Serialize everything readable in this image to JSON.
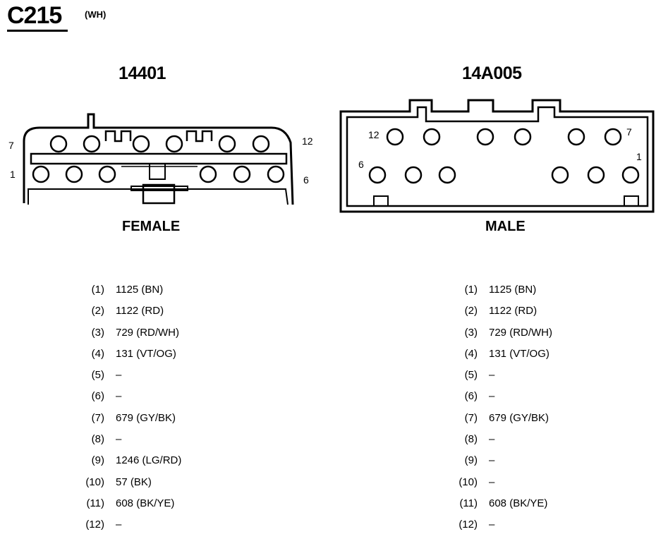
{
  "header": {
    "connector_id": "C215",
    "color_code": "(WH)"
  },
  "connectors": [
    {
      "part_number": "14401",
      "gender": "FEMALE",
      "pin_labels": {
        "top_left": "7",
        "top_right": "12",
        "bottom_left": "1",
        "bottom_right": "6"
      }
    },
    {
      "part_number": "14A005",
      "gender": "MALE",
      "pin_labels": {
        "top_left": "12",
        "top_right": "7",
        "bottom_left": "6",
        "bottom_right": "1"
      }
    }
  ],
  "pinouts": {
    "female": [
      {
        "pin": "(1)",
        "circuit": "1125 (BN)"
      },
      {
        "pin": "(2)",
        "circuit": "1122 (RD)"
      },
      {
        "pin": "(3)",
        "circuit": "729 (RD/WH)"
      },
      {
        "pin": "(4)",
        "circuit": "131 (VT/OG)"
      },
      {
        "pin": "(5)",
        "circuit": "–"
      },
      {
        "pin": "(6)",
        "circuit": "–"
      },
      {
        "pin": "(7)",
        "circuit": "679 (GY/BK)"
      },
      {
        "pin": "(8)",
        "circuit": "–"
      },
      {
        "pin": "(9)",
        "circuit": "1246 (LG/RD)"
      },
      {
        "pin": "(10)",
        "circuit": "57 (BK)"
      },
      {
        "pin": "(11)",
        "circuit": "608 (BK/YE)"
      },
      {
        "pin": "(12)",
        "circuit": "–"
      }
    ],
    "male": [
      {
        "pin": "(1)",
        "circuit": "1125 (BN)"
      },
      {
        "pin": "(2)",
        "circuit": "1122 (RD)"
      },
      {
        "pin": "(3)",
        "circuit": "729 (RD/WH)"
      },
      {
        "pin": "(4)",
        "circuit": "131 (VT/OG)"
      },
      {
        "pin": "(5)",
        "circuit": "–"
      },
      {
        "pin": "(6)",
        "circuit": "–"
      },
      {
        "pin": "(7)",
        "circuit": "679 (GY/BK)"
      },
      {
        "pin": "(8)",
        "circuit": "–"
      },
      {
        "pin": "(9)",
        "circuit": "–"
      },
      {
        "pin": "(10)",
        "circuit": "–"
      },
      {
        "pin": "(11)",
        "circuit": "608 (BK/YE)"
      },
      {
        "pin": "(12)",
        "circuit": "–"
      }
    ]
  }
}
